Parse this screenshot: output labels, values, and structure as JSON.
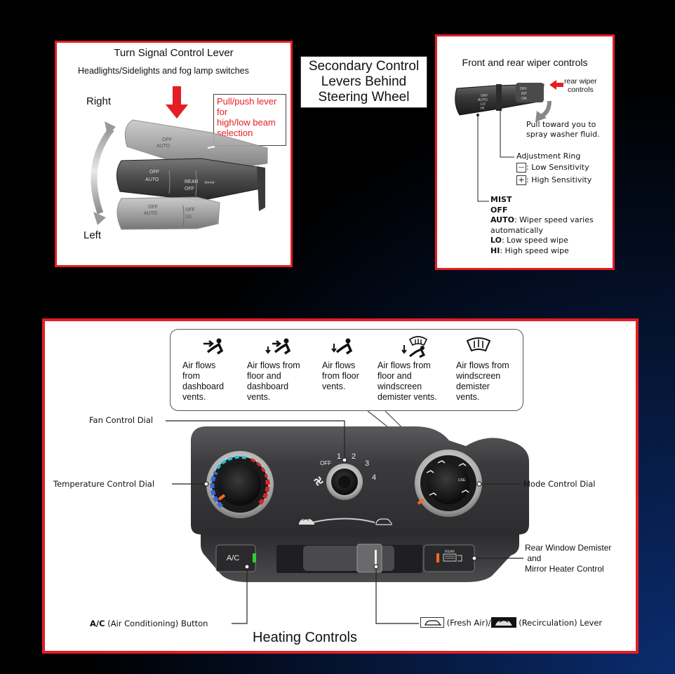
{
  "center_title": {
    "lines": [
      "Secondary Control",
      "Levers Behind",
      "Steering Wheel"
    ]
  },
  "turn_signal": {
    "title": "Turn Signal Control Lever",
    "subtitle": "Headlights/Sidelights and fog lamp switches",
    "right_label": "Right",
    "left_label": "Left",
    "callout": [
      "Pull/push lever",
      "for",
      "high/low beam",
      "selection"
    ],
    "lever_labels": {
      "top": [
        "OFF",
        "AUTO"
      ],
      "mid": [
        "OFF",
        "AUTO",
        "REAR",
        "OFF"
      ],
      "bot": [
        "OFF",
        "AUTO",
        "OFF",
        "1D"
      ]
    }
  },
  "wiper": {
    "title": "Front and rear wiper controls",
    "rear_note": [
      "rear wiper",
      "controls"
    ],
    "pull_note": [
      "Pull toward you to",
      "spray washer fluid."
    ],
    "ring_title": "Adjustment Ring",
    "ring_low_symbol": "—",
    "ring_low": ": Low Sensitivity",
    "ring_high_symbol": "+",
    "ring_high": ": High Sensitivity",
    "mist": "MIST",
    "off": "OFF",
    "auto_key": "AUTO",
    "auto_rest": ": Wiper speed varies",
    "auto_line2": "automatically",
    "lo_key": "LO",
    "lo_rest": ": Low speed wipe",
    "hi_key": "HI",
    "hi_rest": ": High speed wipe",
    "stalk_labels": [
      "OFF",
      "AUTO",
      "LO",
      "HI",
      "OFF",
      "INT",
      "ON"
    ]
  },
  "heating": {
    "title": "Heating Controls",
    "modes": [
      {
        "icon": "dashboard-vent-icon",
        "lines": [
          "Air flows",
          "from",
          "dashboard",
          "vents."
        ]
      },
      {
        "icon": "floor-dashboard-vent-icon",
        "lines": [
          "Air flows from",
          "floor and",
          "dashboard",
          "vents."
        ]
      },
      {
        "icon": "floor-vent-icon",
        "lines": [
          "Air flows",
          "from floor",
          "vents."
        ]
      },
      {
        "icon": "floor-demister-vent-icon",
        "lines": [
          "Air flows from",
          "floor and",
          "windscreen",
          "demister vents."
        ]
      },
      {
        "icon": "demister-vent-icon",
        "lines": [
          "Air flows from",
          "windscreen",
          "demister",
          "vents."
        ]
      }
    ],
    "fan_dial_label": "Fan Control Dial",
    "temp_dial_label": "Temperature Control Dial",
    "mode_dial_label": "Mode Control Dial",
    "rear_demister_label": [
      "Rear Window Demister",
      " and",
      "Mirror Heater Control"
    ],
    "ac_button_key": "A/C",
    "ac_button_rest": " (Air Conditioning) Button",
    "ac_button_text": "A/C",
    "fresh_air_label": " (Fresh Air)/",
    "recirc_label": " (Recirculation) Lever",
    "fan_speeds": [
      "OFF",
      "1",
      "2",
      "3",
      "4"
    ],
    "rear_button_text": "REAR"
  },
  "colors": {
    "frame_red": "#e31e24",
    "callout_red": "#e31e24",
    "console_dark": "#3a3a3c",
    "cold_blue": "#2a6bd8",
    "hot_red": "#d8262b",
    "indicator_green": "#33cc33",
    "indicator_orange": "#ff6a1a"
  }
}
